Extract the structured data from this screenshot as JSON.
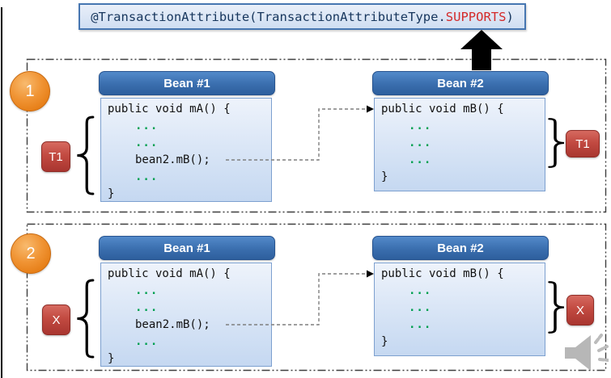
{
  "title": {
    "prefix": "@TransactionAttribute(TransactionAttributeType.",
    "highlight": "SUPPORTS",
    "suffix": ")"
  },
  "colors": {
    "title_border": "#4676b1",
    "title_text": "#17365d",
    "highlight_red": "#d42a2a",
    "bean_header_blue": "#2e5f9d",
    "code_box_border": "#7da0cf",
    "code_green": "#00a050",
    "label_red": "#a93630",
    "circle_orange": "#ed8a20",
    "connector_gray": "#7f7f7f",
    "arrow_black": "#000000",
    "speaker_gray": "#b7b7b7"
  },
  "icons": {
    "up_arrow": "block-arrow-up",
    "speaker": "audio-speaker",
    "left_brace": "opening-curly-brace",
    "right_brace": "closing-curly-brace"
  },
  "scenarios": [
    {
      "number": "1",
      "left_label": "T1",
      "right_label": "T1",
      "bean1": {
        "title": "Bean #1",
        "code_lines": [
          {
            "text": "public void mA() {"
          },
          {
            "text": "..."
          },
          {
            "text": "..."
          },
          {
            "text": "bean2.mB();"
          },
          {
            "text": "..."
          },
          {
            "text": "}"
          }
        ]
      },
      "bean2": {
        "title": "Bean #2",
        "code_lines": [
          {
            "text": "public void mB() {"
          },
          {
            "text": "..."
          },
          {
            "text": "..."
          },
          {
            "text": "..."
          },
          {
            "text": "}"
          }
        ]
      }
    },
    {
      "number": "2",
      "left_label": "X",
      "right_label": "X",
      "bean1": {
        "title": "Bean #1",
        "code_lines": [
          {
            "text": "public void mA() {"
          },
          {
            "text": "..."
          },
          {
            "text": "..."
          },
          {
            "text": "bean2.mB();"
          },
          {
            "text": "..."
          },
          {
            "text": "}"
          }
        ]
      },
      "bean2": {
        "title": "Bean #2",
        "code_lines": [
          {
            "text": "public void mB() {"
          },
          {
            "text": "..."
          },
          {
            "text": "..."
          },
          {
            "text": "..."
          },
          {
            "text": "}"
          }
        ]
      }
    }
  ]
}
